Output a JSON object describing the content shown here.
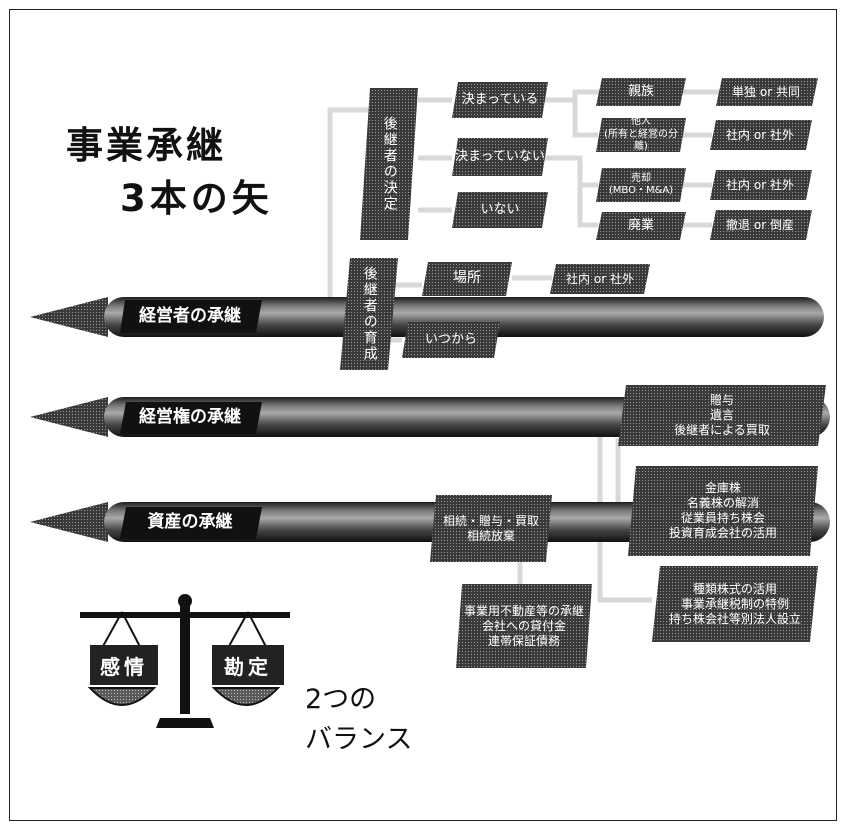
{
  "title": {
    "line1": "事業承継",
    "line2": "3本の矢"
  },
  "balance": {
    "line1": "2つの",
    "line2": "バランス",
    "left": "感情",
    "right": "勘定"
  },
  "arrows": [
    {
      "label": "経営者の承継"
    },
    {
      "label": "経営権の承継"
    },
    {
      "label": "資産の承継"
    }
  ],
  "successor": {
    "decision": "後継者の決定",
    "training": "後継者の育成",
    "status": [
      "決まっている",
      "決まっていない",
      "いない"
    ],
    "options": [
      "親族",
      "他人\n(所有と経営の分離)",
      "売却\n(MBO・M&A)",
      "廃業"
    ],
    "outcomes": [
      "単独 or 共同",
      "社内 or 社外",
      "社内 or 社外",
      "撤退 or 倒産"
    ],
    "place": "場所",
    "place_outcome": "社内 or 社外",
    "when": "いつから"
  },
  "management_rights": {
    "box1": "贈与\n遺言\n後継者による買取",
    "box2": "金庫株\n名義株の解消\n従業員持ち株会\n投資育成会社の活用",
    "box3": "種類株式の活用\n事業承継税制の特例\n持ち株会社等別法人設立"
  },
  "assets": {
    "box1": "相続・贈与・買取\n相続放棄",
    "box2": "事業用不動産等の承継\n会社への貸付金\n連帯保証債務"
  }
}
